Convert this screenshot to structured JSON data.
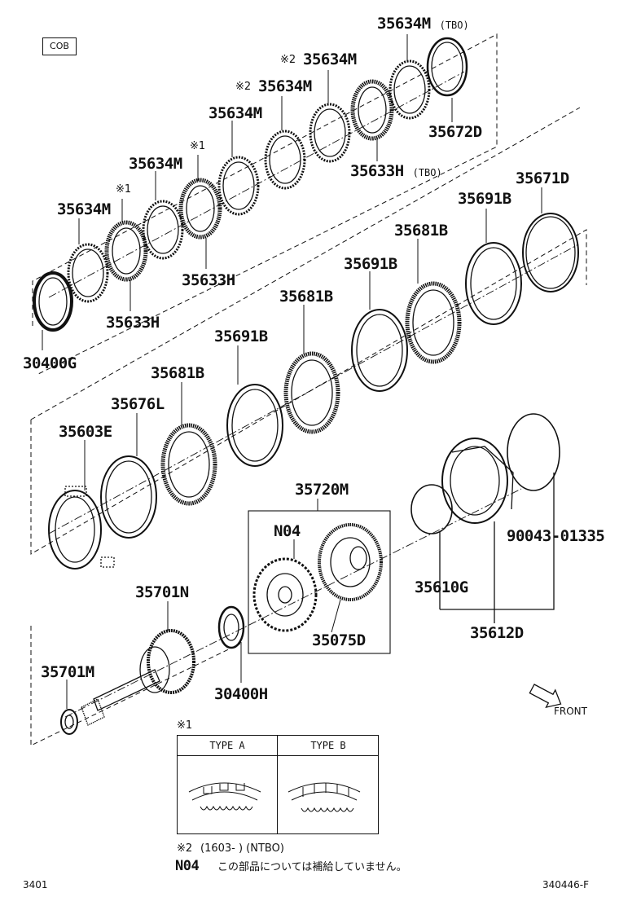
{
  "header": {
    "catalog_code": "COB"
  },
  "parts": {
    "p35634M_tbo": "35634M",
    "p35634M_2a": "35634M",
    "p35634M_2b": "35634M",
    "p35634M_a": "35634M",
    "p35634M_b": "35634M",
    "p35634M_c": "35634M",
    "p35672D": "35672D",
    "p35633H_tbo": "35633H",
    "p35633H_a": "35633H",
    "p35633H_b": "35633H",
    "p30400G": "30400G",
    "p35671D": "35671D",
    "p35691B_a": "35691B",
    "p35691B_b": "35691B",
    "p35691B_c": "35691B",
    "p35681B_a": "35681B",
    "p35681B_b": "35681B",
    "p35681B_c": "35681B",
    "p35676L": "35676L",
    "p35603E": "35603E",
    "p35720M": "35720M",
    "pN04": "N04",
    "p90043": "90043-01335",
    "p35610G": "35610G",
    "p35612D": "35612D",
    "p35075D": "35075D",
    "p35701N": "35701N",
    "p35701M": "35701M",
    "p30400H": "30400H"
  },
  "qualifiers": {
    "tbo_a": "(TBO)",
    "tbo_b": "(TBO)"
  },
  "marks": {
    "m1a": "※1",
    "m1b": "※1",
    "m2a": "※2",
    "m2b": "※2"
  },
  "direction": {
    "front": "FRONT"
  },
  "legend": {
    "mark": "※1",
    "type_a": "TYPE A",
    "type_b": "TYPE B"
  },
  "notes": {
    "note2_mark": "※2",
    "note2_text": "(1603-       ) (NTBO)",
    "n04_code": "N04",
    "n04_text": "この部品については補給していません。"
  },
  "footer": {
    "left_code": "3401",
    "right_code": "340446-F"
  }
}
